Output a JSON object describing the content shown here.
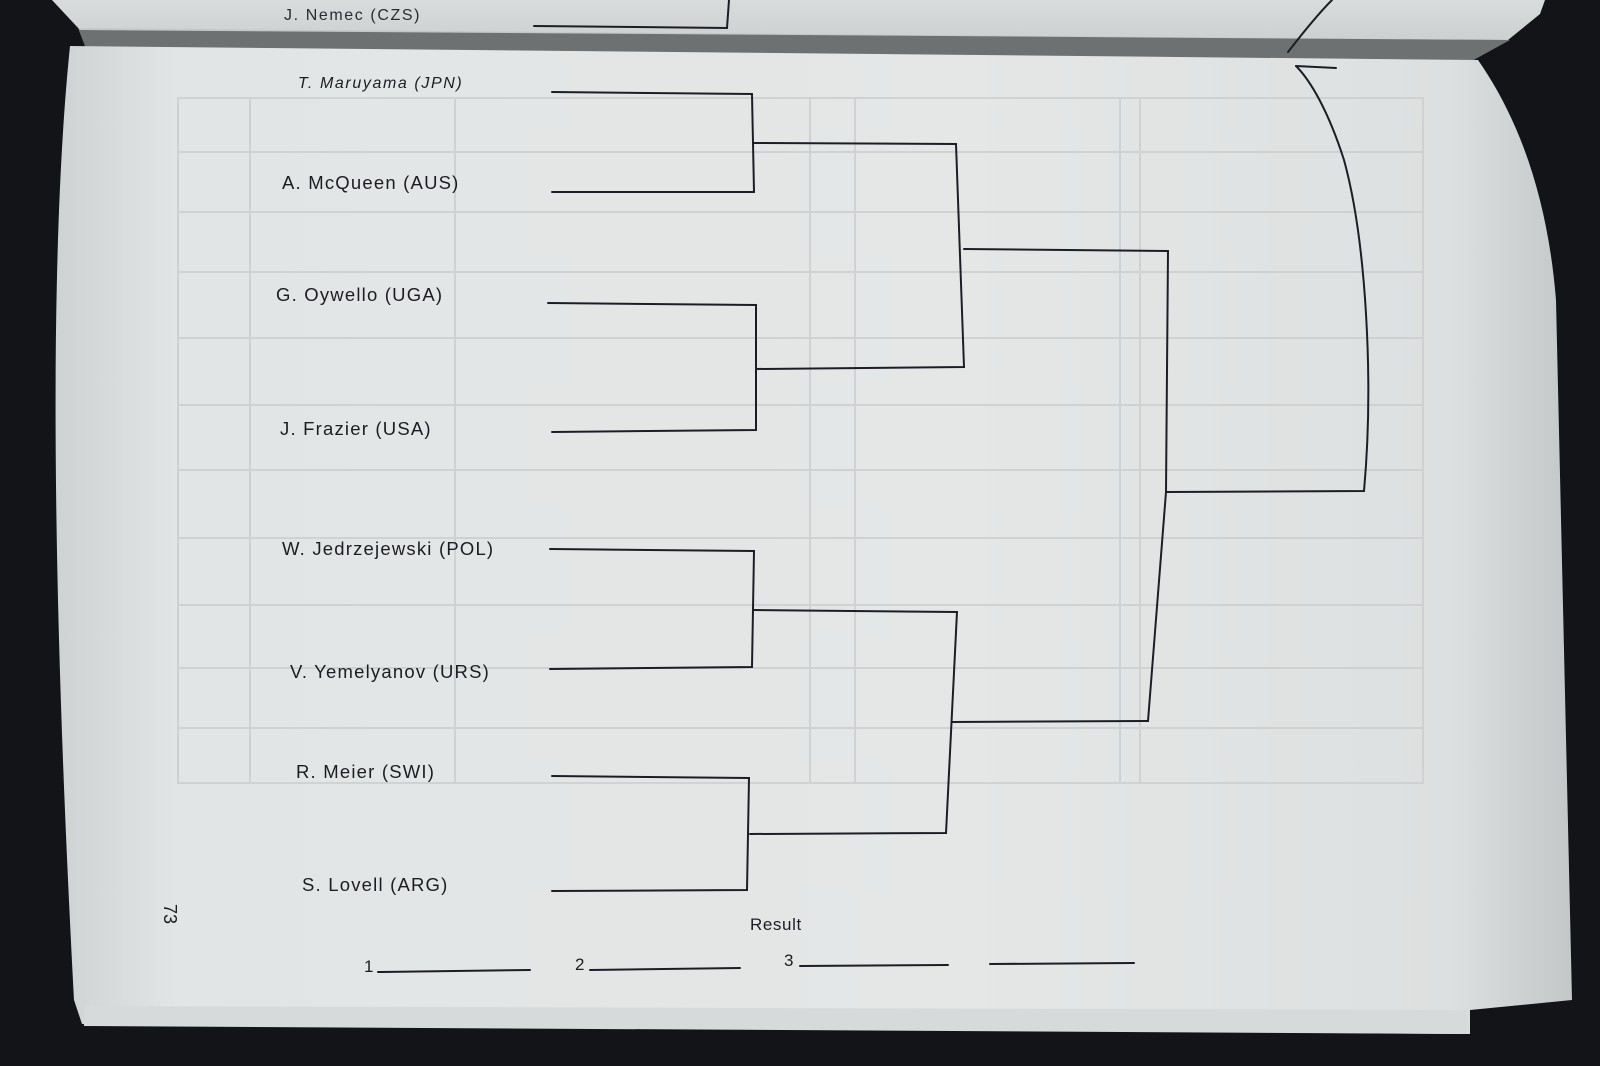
{
  "players": [
    "J.  Nemec  (CZS)",
    "T.  Maruyama  (JPN)",
    "A.  McQueen  (AUS)",
    "G.  Oywello  (UGA)",
    "J.  Frazier  (USA)",
    "W.  Jedrzejewski  (POL)",
    "V.  Yemelyanov  (URS)",
    "R.  Meier  (SWI)",
    "S.  Lovell  (ARG)"
  ],
  "result": {
    "title": "Result",
    "places": [
      "1",
      "2",
      "3"
    ]
  },
  "page_number": "73",
  "colors": {
    "paper": "#e3e6e6",
    "paper_shadow": "#c9cdce",
    "background": "#121418",
    "ink": "#1c1d22",
    "bleed_through": "#c8cccc"
  }
}
